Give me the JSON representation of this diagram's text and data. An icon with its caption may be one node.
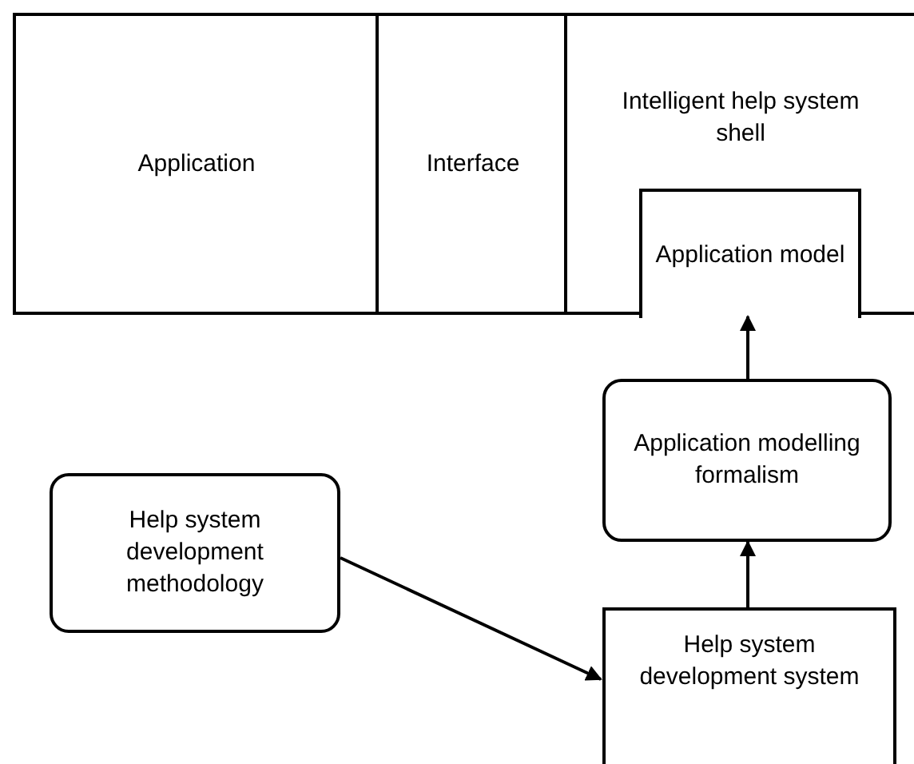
{
  "diagram": {
    "nodes": [
      {
        "text": [
          "Application"
        ]
      },
      {
        "text": [
          "Interface"
        ]
      },
      {
        "text": [
          "Intelligent help system shell"
        ]
      },
      {
        "text": [
          "Application model"
        ],
        "in": 2
      },
      {
        "text": [
          "Application modelling formalism"
        ]
      },
      {
        "text": [
          "Help system development methodology"
        ]
      },
      {
        "text": [
          "Help system development system"
        ]
      }
    ],
    "edges": [
      {
        "from": 4,
        "to": 3,
        "arrow": "to"
      },
      {
        "from": 6,
        "to": 4,
        "arrow": "to"
      },
      {
        "from": 5,
        "to": 6,
        "arrow": "to"
      }
    ]
  }
}
